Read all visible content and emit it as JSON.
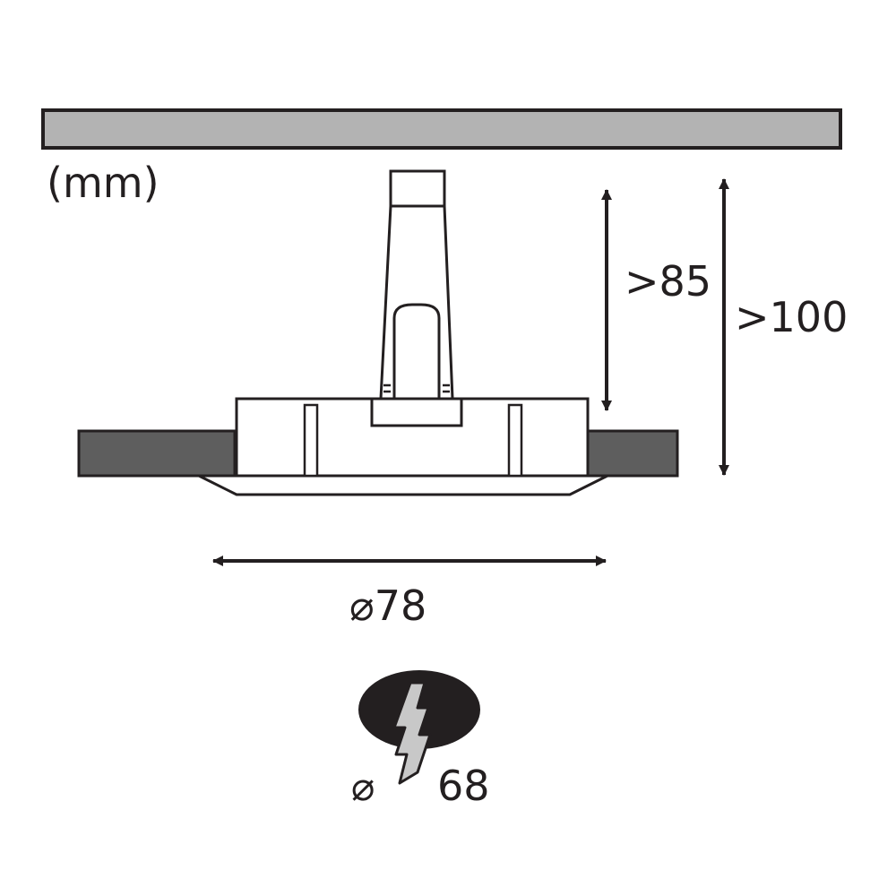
{
  "diagram": {
    "unit_label": "(mm)",
    "depth_min_label": ">85",
    "depth_total_label": ">100",
    "outer_diameter_label": "⌀78",
    "cutout_symbol": "⌀",
    "cutout_diameter_label": "68",
    "cutout_icon": "drill-hole-lightning-icon",
    "colors": {
      "ceiling_fill": "#b3b3b3",
      "panel_fill": "#5e5e5e",
      "line": "#231f20",
      "hole_fill": "#231f20",
      "bolt_fill": "#c8c8c8"
    }
  }
}
